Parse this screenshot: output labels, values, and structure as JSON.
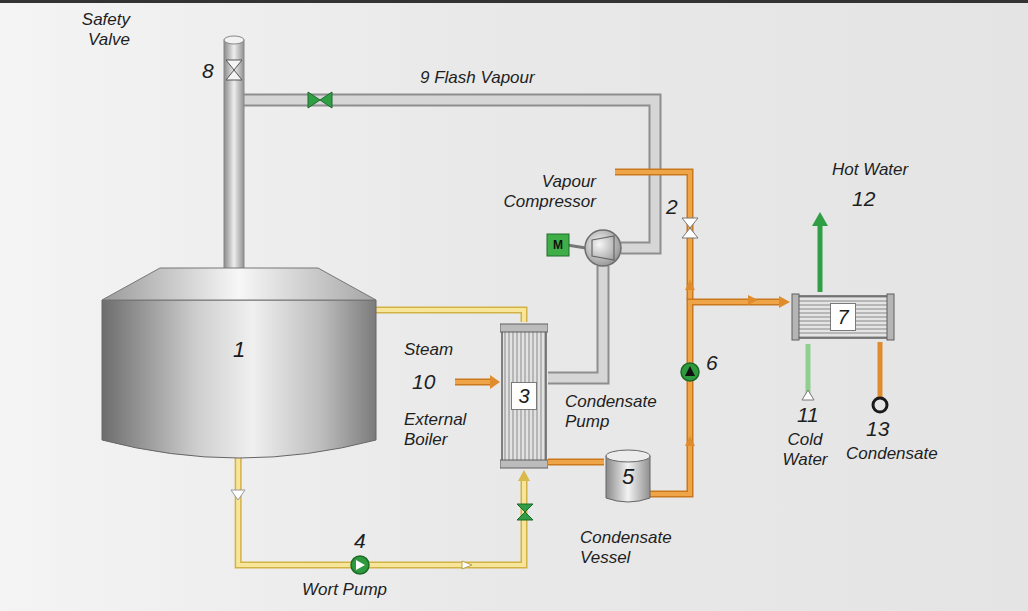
{
  "diagram": {
    "nodes": [
      {
        "text": [
          "1"
        ]
      },
      {
        "text": [
          "3"
        ]
      },
      {
        "text": [
          "5"
        ]
      },
      {
        "text": [
          "7"
        ]
      }
    ],
    "edges": [
      {
        "from": 0,
        "to": 1,
        "arrow": "to"
      },
      {
        "from": 1,
        "to": 0,
        "arrow": "none"
      },
      {
        "from": 1,
        "to": 2,
        "arrow": "none"
      },
      {
        "from": 2,
        "to": 3,
        "arrow": "to"
      }
    ],
    "labels": [
      "Safety Valve",
      "8",
      "9 Flash Vapour",
      "Vapour Compressor",
      "M",
      "2",
      "Steam",
      "10",
      "External Boiler",
      "Condensate Pump",
      "6",
      "4",
      "Wort Pump",
      "Condensate Vessel",
      "Hot Water",
      "12",
      "11",
      "Cold Water",
      "13",
      "Condensate"
    ]
  }
}
